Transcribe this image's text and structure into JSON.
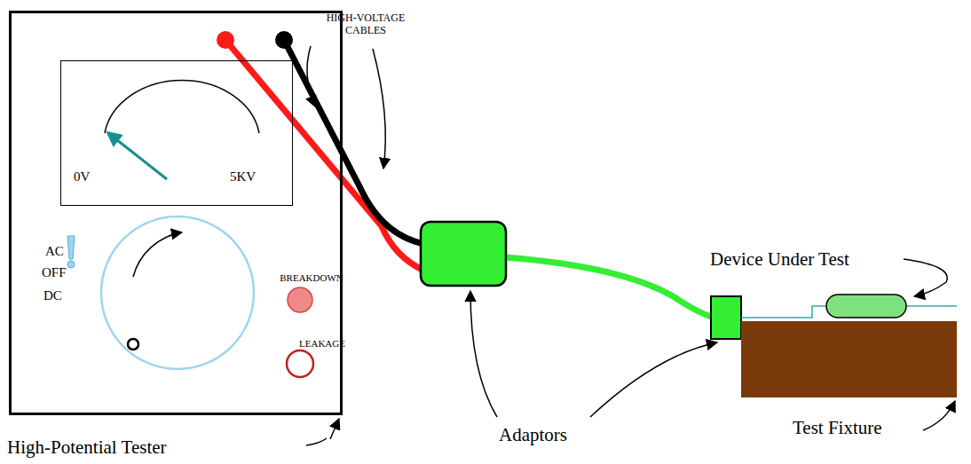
{
  "diagram": {
    "nodes": [
      {
        "text": [
          "AC",
          "OFF",
          "DC",
          "BREAKDOWN",
          "LEAKAGE"
        ]
      },
      {
        "text": [
          "0V",
          "5KV"
        ],
        "in": 0
      }
    ],
    "labels": [
      "HIGH-VOLTAGE CABLES",
      "Device Under Test",
      "Adaptors",
      "Test Fixture",
      "High-Potential Tester"
    ]
  }
}
